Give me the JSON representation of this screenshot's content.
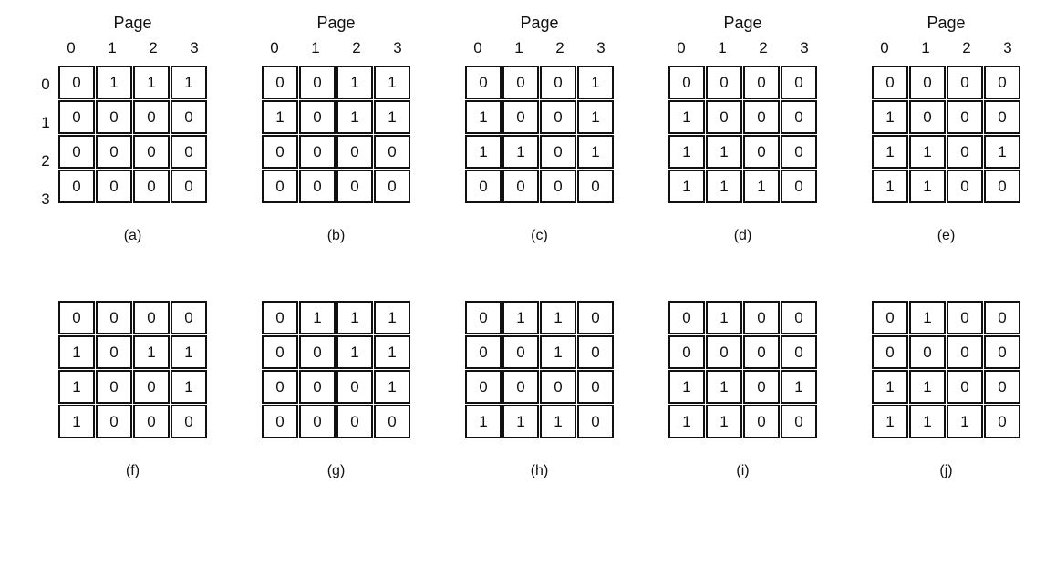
{
  "figure": {
    "page_label": "Page",
    "col_labels": [
      "0",
      "1",
      "2",
      "3"
    ],
    "row_labels": [
      "0",
      "1",
      "2",
      "3"
    ],
    "matrices": [
      {
        "caption": "(a)",
        "has_page_header": true,
        "has_row_labels": true,
        "rows": [
          [
            0,
            1,
            1,
            1
          ],
          [
            0,
            0,
            0,
            0
          ],
          [
            0,
            0,
            0,
            0
          ],
          [
            0,
            0,
            0,
            0
          ]
        ]
      },
      {
        "caption": "(b)",
        "has_page_header": true,
        "has_row_labels": false,
        "rows": [
          [
            0,
            0,
            1,
            1
          ],
          [
            1,
            0,
            1,
            1
          ],
          [
            0,
            0,
            0,
            0
          ],
          [
            0,
            0,
            0,
            0
          ]
        ]
      },
      {
        "caption": "(c)",
        "has_page_header": true,
        "has_row_labels": false,
        "rows": [
          [
            0,
            0,
            0,
            1
          ],
          [
            1,
            0,
            0,
            1
          ],
          [
            1,
            1,
            0,
            1
          ],
          [
            0,
            0,
            0,
            0
          ]
        ]
      },
      {
        "caption": "(d)",
        "has_page_header": true,
        "has_row_labels": false,
        "rows": [
          [
            0,
            0,
            0,
            0
          ],
          [
            1,
            0,
            0,
            0
          ],
          [
            1,
            1,
            0,
            0
          ],
          [
            1,
            1,
            1,
            0
          ]
        ]
      },
      {
        "caption": "(e)",
        "has_page_header": true,
        "has_row_labels": false,
        "rows": [
          [
            0,
            0,
            0,
            0
          ],
          [
            1,
            0,
            0,
            0
          ],
          [
            1,
            1,
            0,
            1
          ],
          [
            1,
            1,
            0,
            0
          ]
        ]
      },
      {
        "caption": "(f)",
        "has_page_header": false,
        "has_row_labels": false,
        "rows": [
          [
            0,
            0,
            0,
            0
          ],
          [
            1,
            0,
            1,
            1
          ],
          [
            1,
            0,
            0,
            1
          ],
          [
            1,
            0,
            0,
            0
          ]
        ]
      },
      {
        "caption": "(g)",
        "has_page_header": false,
        "has_row_labels": false,
        "rows": [
          [
            0,
            1,
            1,
            1
          ],
          [
            0,
            0,
            1,
            1
          ],
          [
            0,
            0,
            0,
            1
          ],
          [
            0,
            0,
            0,
            0
          ]
        ]
      },
      {
        "caption": "(h)",
        "has_page_header": false,
        "has_row_labels": false,
        "rows": [
          [
            0,
            1,
            1,
            0
          ],
          [
            0,
            0,
            1,
            0
          ],
          [
            0,
            0,
            0,
            0
          ],
          [
            1,
            1,
            1,
            0
          ]
        ]
      },
      {
        "caption": "(i)",
        "has_page_header": false,
        "has_row_labels": false,
        "rows": [
          [
            0,
            1,
            0,
            0
          ],
          [
            0,
            0,
            0,
            0
          ],
          [
            1,
            1,
            0,
            1
          ],
          [
            1,
            1,
            0,
            0
          ]
        ]
      },
      {
        "caption": "(j)",
        "has_page_header": false,
        "has_row_labels": false,
        "rows": [
          [
            0,
            1,
            0,
            0
          ],
          [
            0,
            0,
            0,
            0
          ],
          [
            1,
            1,
            0,
            0
          ],
          [
            1,
            1,
            1,
            0
          ]
        ]
      }
    ]
  }
}
